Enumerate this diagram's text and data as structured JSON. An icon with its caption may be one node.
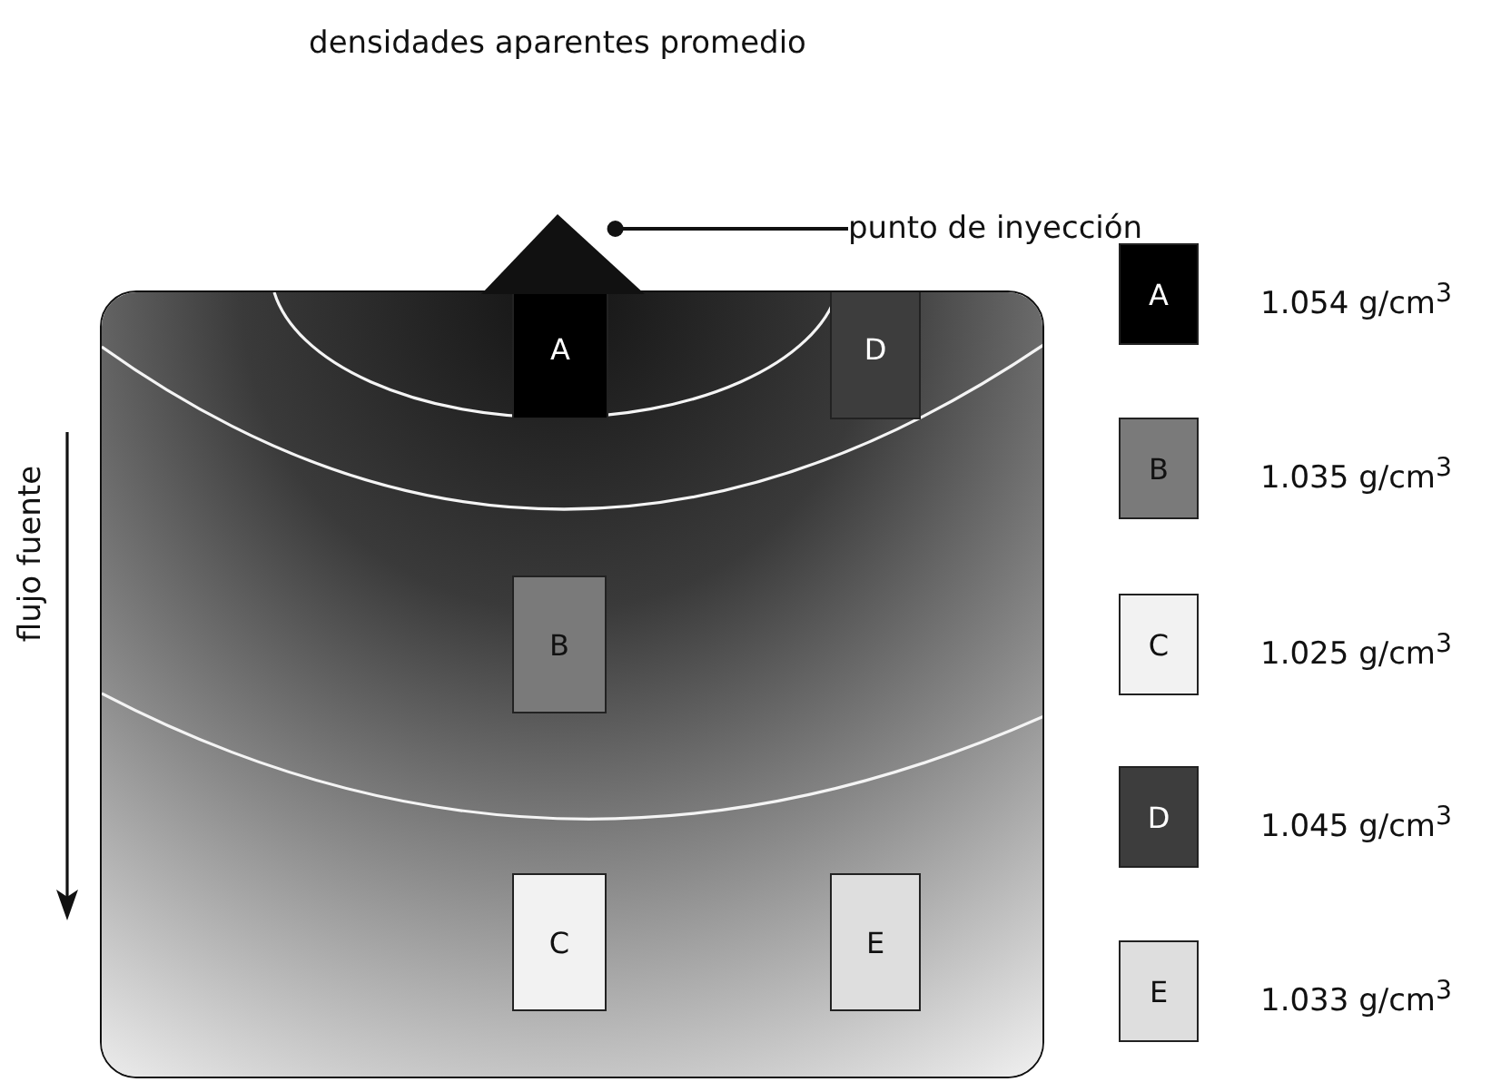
{
  "diagram": {
    "title": "densidades aparentes promedio",
    "nodes": [
      {
        "text": [],
        "shape": "box"
      },
      {
        "text": [
          "A"
        ],
        "in": 0
      },
      {
        "text": [
          "D"
        ],
        "in": 0
      },
      {
        "text": [
          "B"
        ],
        "in": 0
      },
      {
        "text": [
          "C"
        ],
        "in": 0
      },
      {
        "text": [
          "E"
        ],
        "in": 0
      },
      {
        "text": [
          "A"
        ],
        "beside": [
          "1.054 g/cm$^{3}$"
        ]
      },
      {
        "text": [
          "B"
        ],
        "beside": [
          "1.035 g/cm$^{3}$"
        ]
      },
      {
        "text": [
          "C"
        ],
        "beside": [
          "1.025 g/cm$^{3}$"
        ]
      },
      {
        "text": [
          "D"
        ],
        "beside": [
          "1.045 g/cm$^{3}$"
        ]
      },
      {
        "text": [
          "E"
        ],
        "beside": [
          "1.033 g/cm$^{3}$"
        ]
      },
      {
        "text": [
          "punto de inyección"
        ]
      },
      {
        "text": [],
        "shape": "triangle"
      }
    ],
    "edges": [
      {
        "from": 11,
        "to": 12,
        "arrow": "other"
      }
    ],
    "labels": [
      "flujo fuente"
    ]
  }
}
